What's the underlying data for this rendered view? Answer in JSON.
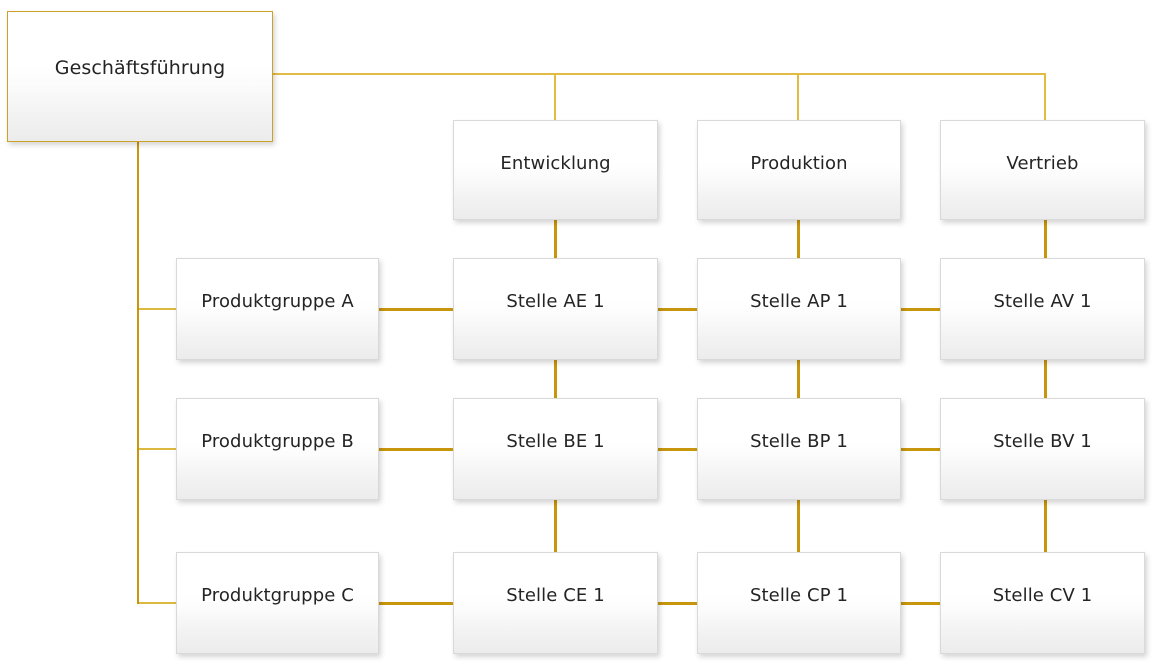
{
  "diagram": {
    "title_node": {
      "label": "Geschäftsführung"
    },
    "function_row": [
      {
        "label": "Entwicklung"
      },
      {
        "label": "Produktion"
      },
      {
        "label": "Vertrieb"
      }
    ],
    "product_groups": [
      {
        "label": "Produktgruppe A"
      },
      {
        "label": "Produktgruppe B"
      },
      {
        "label": "Produktgruppe C"
      }
    ],
    "matrix": [
      [
        {
          "label": "Stelle AE 1"
        },
        {
          "label": "Stelle AP 1"
        },
        {
          "label": "Stelle AV 1"
        }
      ],
      [
        {
          "label": "Stelle BE 1"
        },
        {
          "label": "Stelle BP 1"
        },
        {
          "label": "Stelle BV 1"
        }
      ],
      [
        {
          "label": "Stelle CE 1"
        },
        {
          "label": "Stelle CP 1"
        },
        {
          "label": "Stelle CV 1"
        }
      ]
    ],
    "colors": {
      "connector_strong": "#C8960C",
      "connector_light": "#E2BC42",
      "root_border": "#C9A227",
      "node_border": "#D9D9D9",
      "text": "#242424",
      "background": "#FFFFFF"
    }
  }
}
